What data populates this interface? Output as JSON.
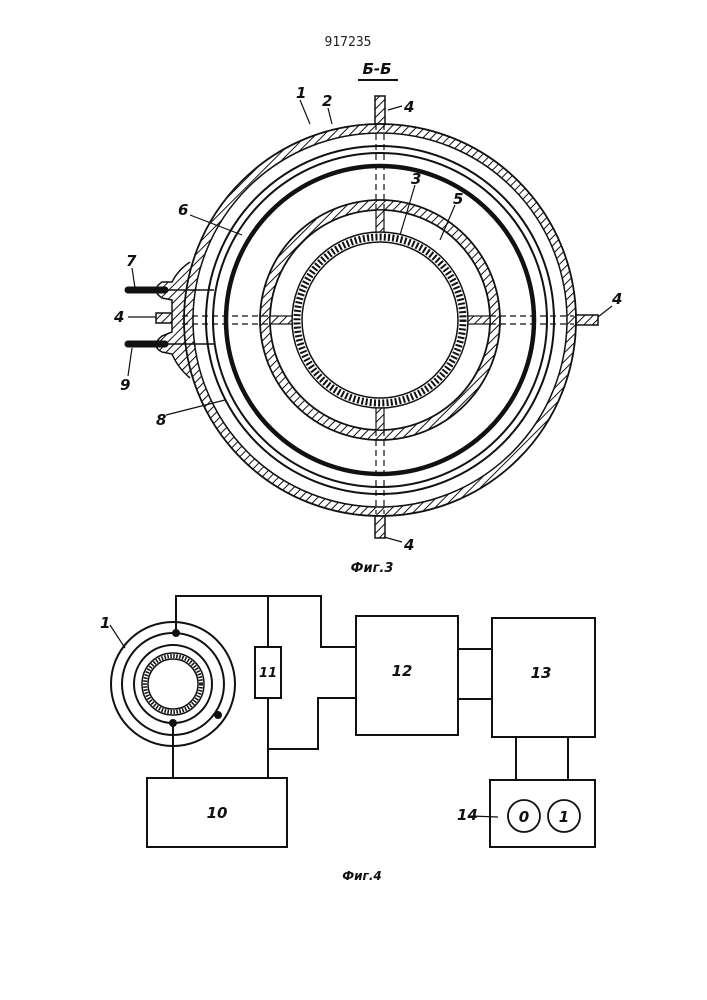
{
  "header": {
    "patent_number": "917235",
    "section_label": "Б-Б"
  },
  "fig3": {
    "caption": "Фиг.3",
    "labels": {
      "l1": "1",
      "l2": "2",
      "l3": "3",
      "l4_top": "4",
      "l5": "5",
      "l6": "6",
      "l7": "7",
      "l4_left": "4",
      "l9": "9",
      "l8": "8",
      "l4_right": "4",
      "l4_bottom": "4"
    }
  },
  "fig4": {
    "caption": "Фиг.4",
    "labels": {
      "sensor": "1",
      "resistor": "11",
      "block12": "12",
      "block13": "13",
      "block10": "10",
      "block14": "14",
      "ind0": "0",
      "ind1": "1"
    }
  }
}
